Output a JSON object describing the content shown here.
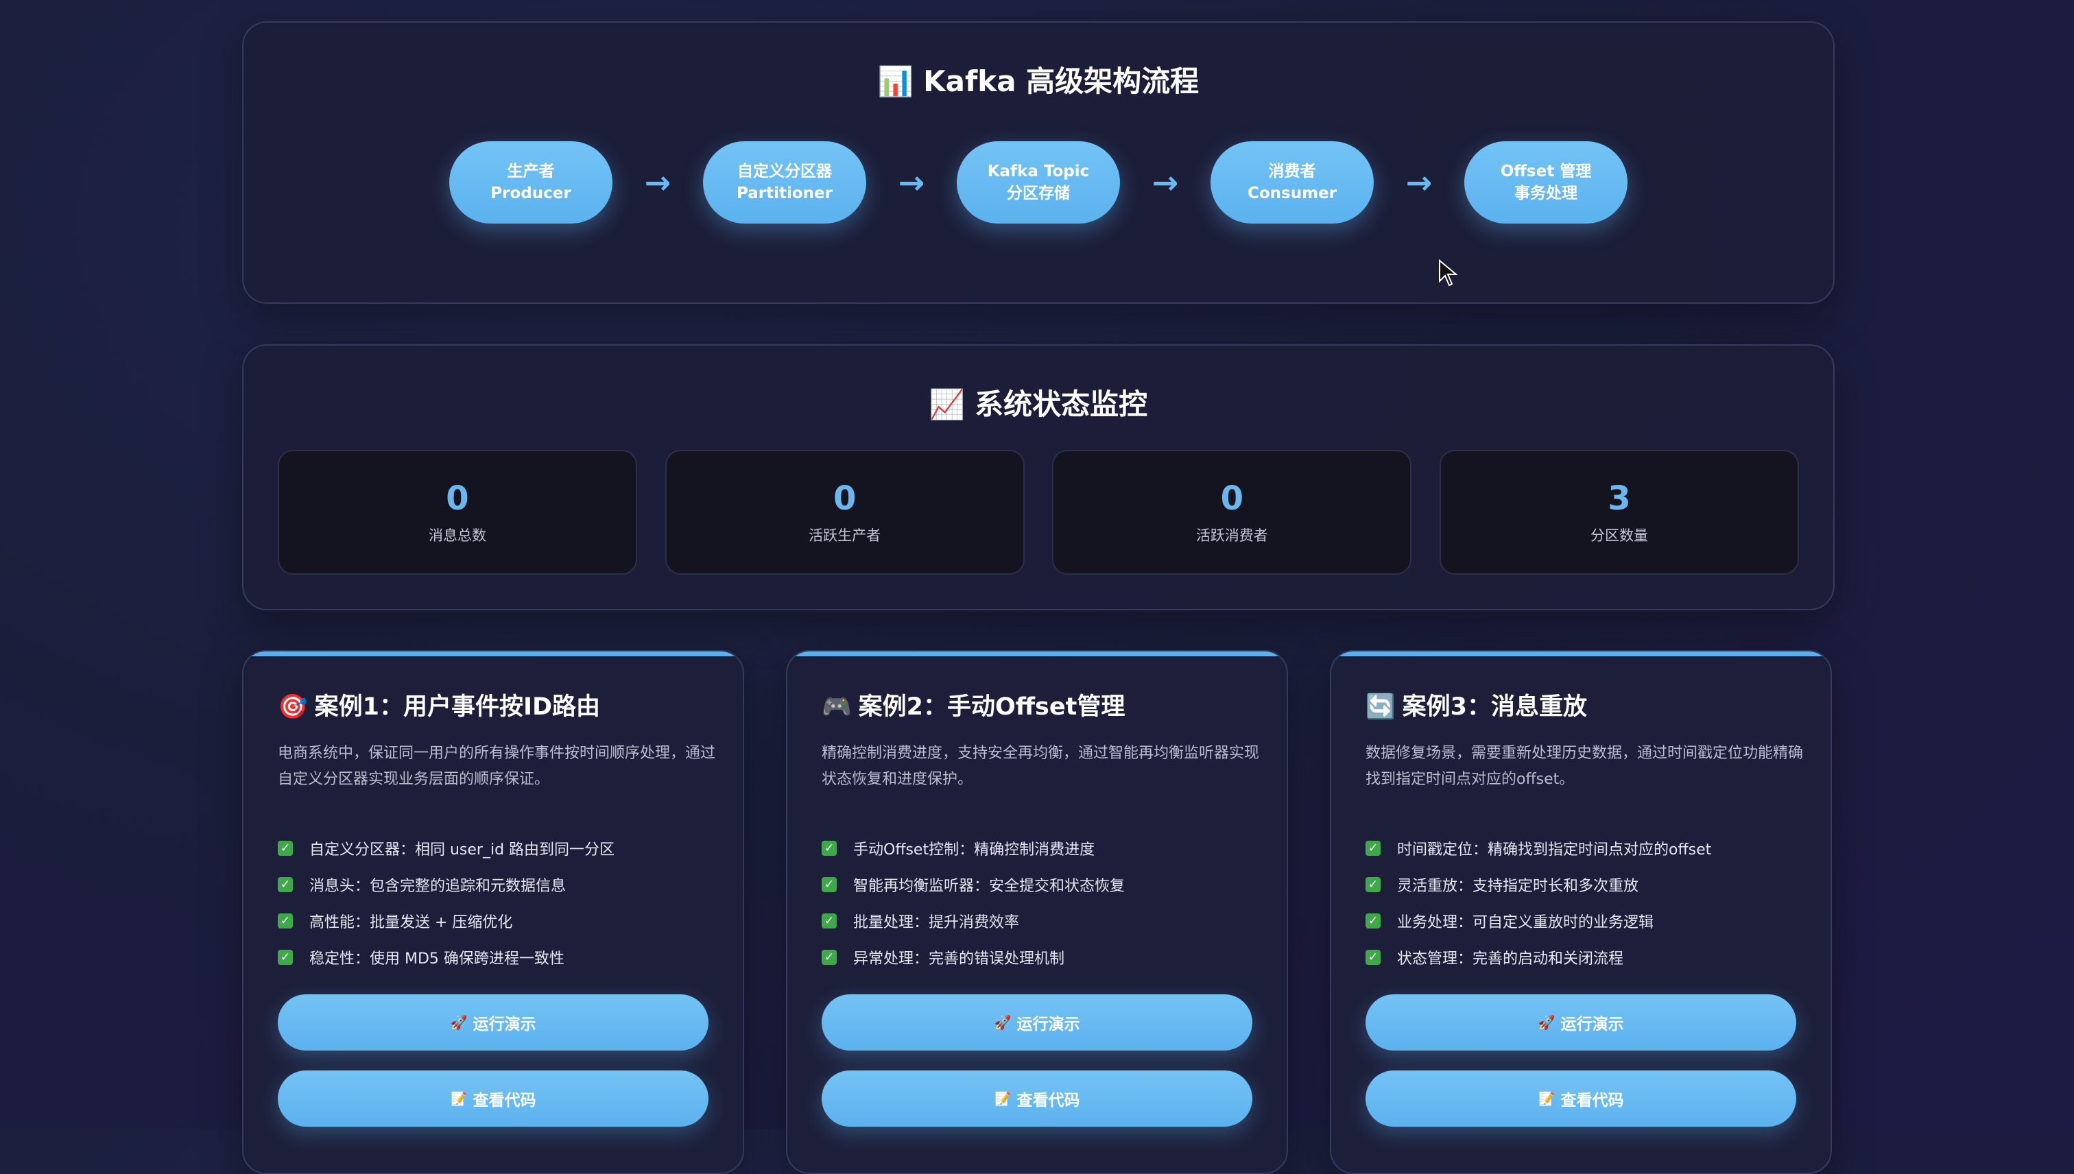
{
  "architecture": {
    "icon": "bar-chart-icon",
    "emoji": "📊",
    "title": "Kafka 高级架构流程",
    "nodes": [
      {
        "line1": "生产者",
        "line2": "Producer"
      },
      {
        "line1": "自定义分区器",
        "line2": "Partitioner"
      },
      {
        "line1": "Kafka Topic",
        "line2": "分区存储"
      },
      {
        "line1": "消费者",
        "line2": "Consumer"
      },
      {
        "line1": "Offset 管理",
        "line2": "事务处理"
      }
    ],
    "arrow": "→"
  },
  "monitor": {
    "icon": "trend-chart-icon",
    "emoji": "📈",
    "title": "系统状态监控",
    "stats": [
      {
        "value": "0",
        "label": "消息总数"
      },
      {
        "value": "0",
        "label": "活跃生产者"
      },
      {
        "value": "0",
        "label": "活跃消费者"
      },
      {
        "value": "3",
        "label": "分区数量"
      }
    ]
  },
  "cases": [
    {
      "icon": "target-icon",
      "emoji": "🎯",
      "title": "案例1：用户事件按ID路由",
      "desc": "电商系统中，保证同一用户的所有操作事件按时间顺序处理，通过自定义分区器实现业务层面的顺序保证。",
      "features": [
        "自定义分区器：相同 user_id 路由到同一分区",
        "消息头：包含完整的追踪和元数据信息",
        "高性能：批量发送 + 压缩优化",
        "稳定性：使用 MD5 确保跨进程一致性"
      ],
      "run_label": "运行演示",
      "code_label": "查看代码"
    },
    {
      "icon": "gamepad-icon",
      "emoji": "🎮",
      "title": "案例2：手动Offset管理",
      "desc": "精确控制消费进度，支持安全再均衡，通过智能再均衡监听器实现状态恢复和进度保护。",
      "features": [
        "手动Offset控制：精确控制消费进度",
        "智能再均衡监听器：安全提交和状态恢复",
        "批量处理：提升消费效率",
        "异常处理：完善的错误处理机制"
      ],
      "run_label": "运行演示",
      "code_label": "查看代码"
    },
    {
      "icon": "repeat-icon",
      "emoji": "🔄",
      "title": "案例3：消息重放",
      "desc": "数据修复场景，需要重新处理历史数据，通过时间戳定位功能精确找到指定时间点对应的offset。",
      "features": [
        "时间戳定位：精确找到指定时间点对应的offset",
        "灵活重放：支持指定时长和多次重放",
        "业务处理：可自定义重放时的业务逻辑",
        "状态管理：完善的启动和关闭流程"
      ],
      "run_label": "运行演示",
      "code_label": "查看代码"
    }
  ],
  "check_emoji": "✓",
  "run_emoji": "🚀",
  "code_emoji": "📝",
  "colors": {
    "accent": "#5cb1ee",
    "stat_value": "#6ab7f0",
    "check": "#3fa84b"
  }
}
